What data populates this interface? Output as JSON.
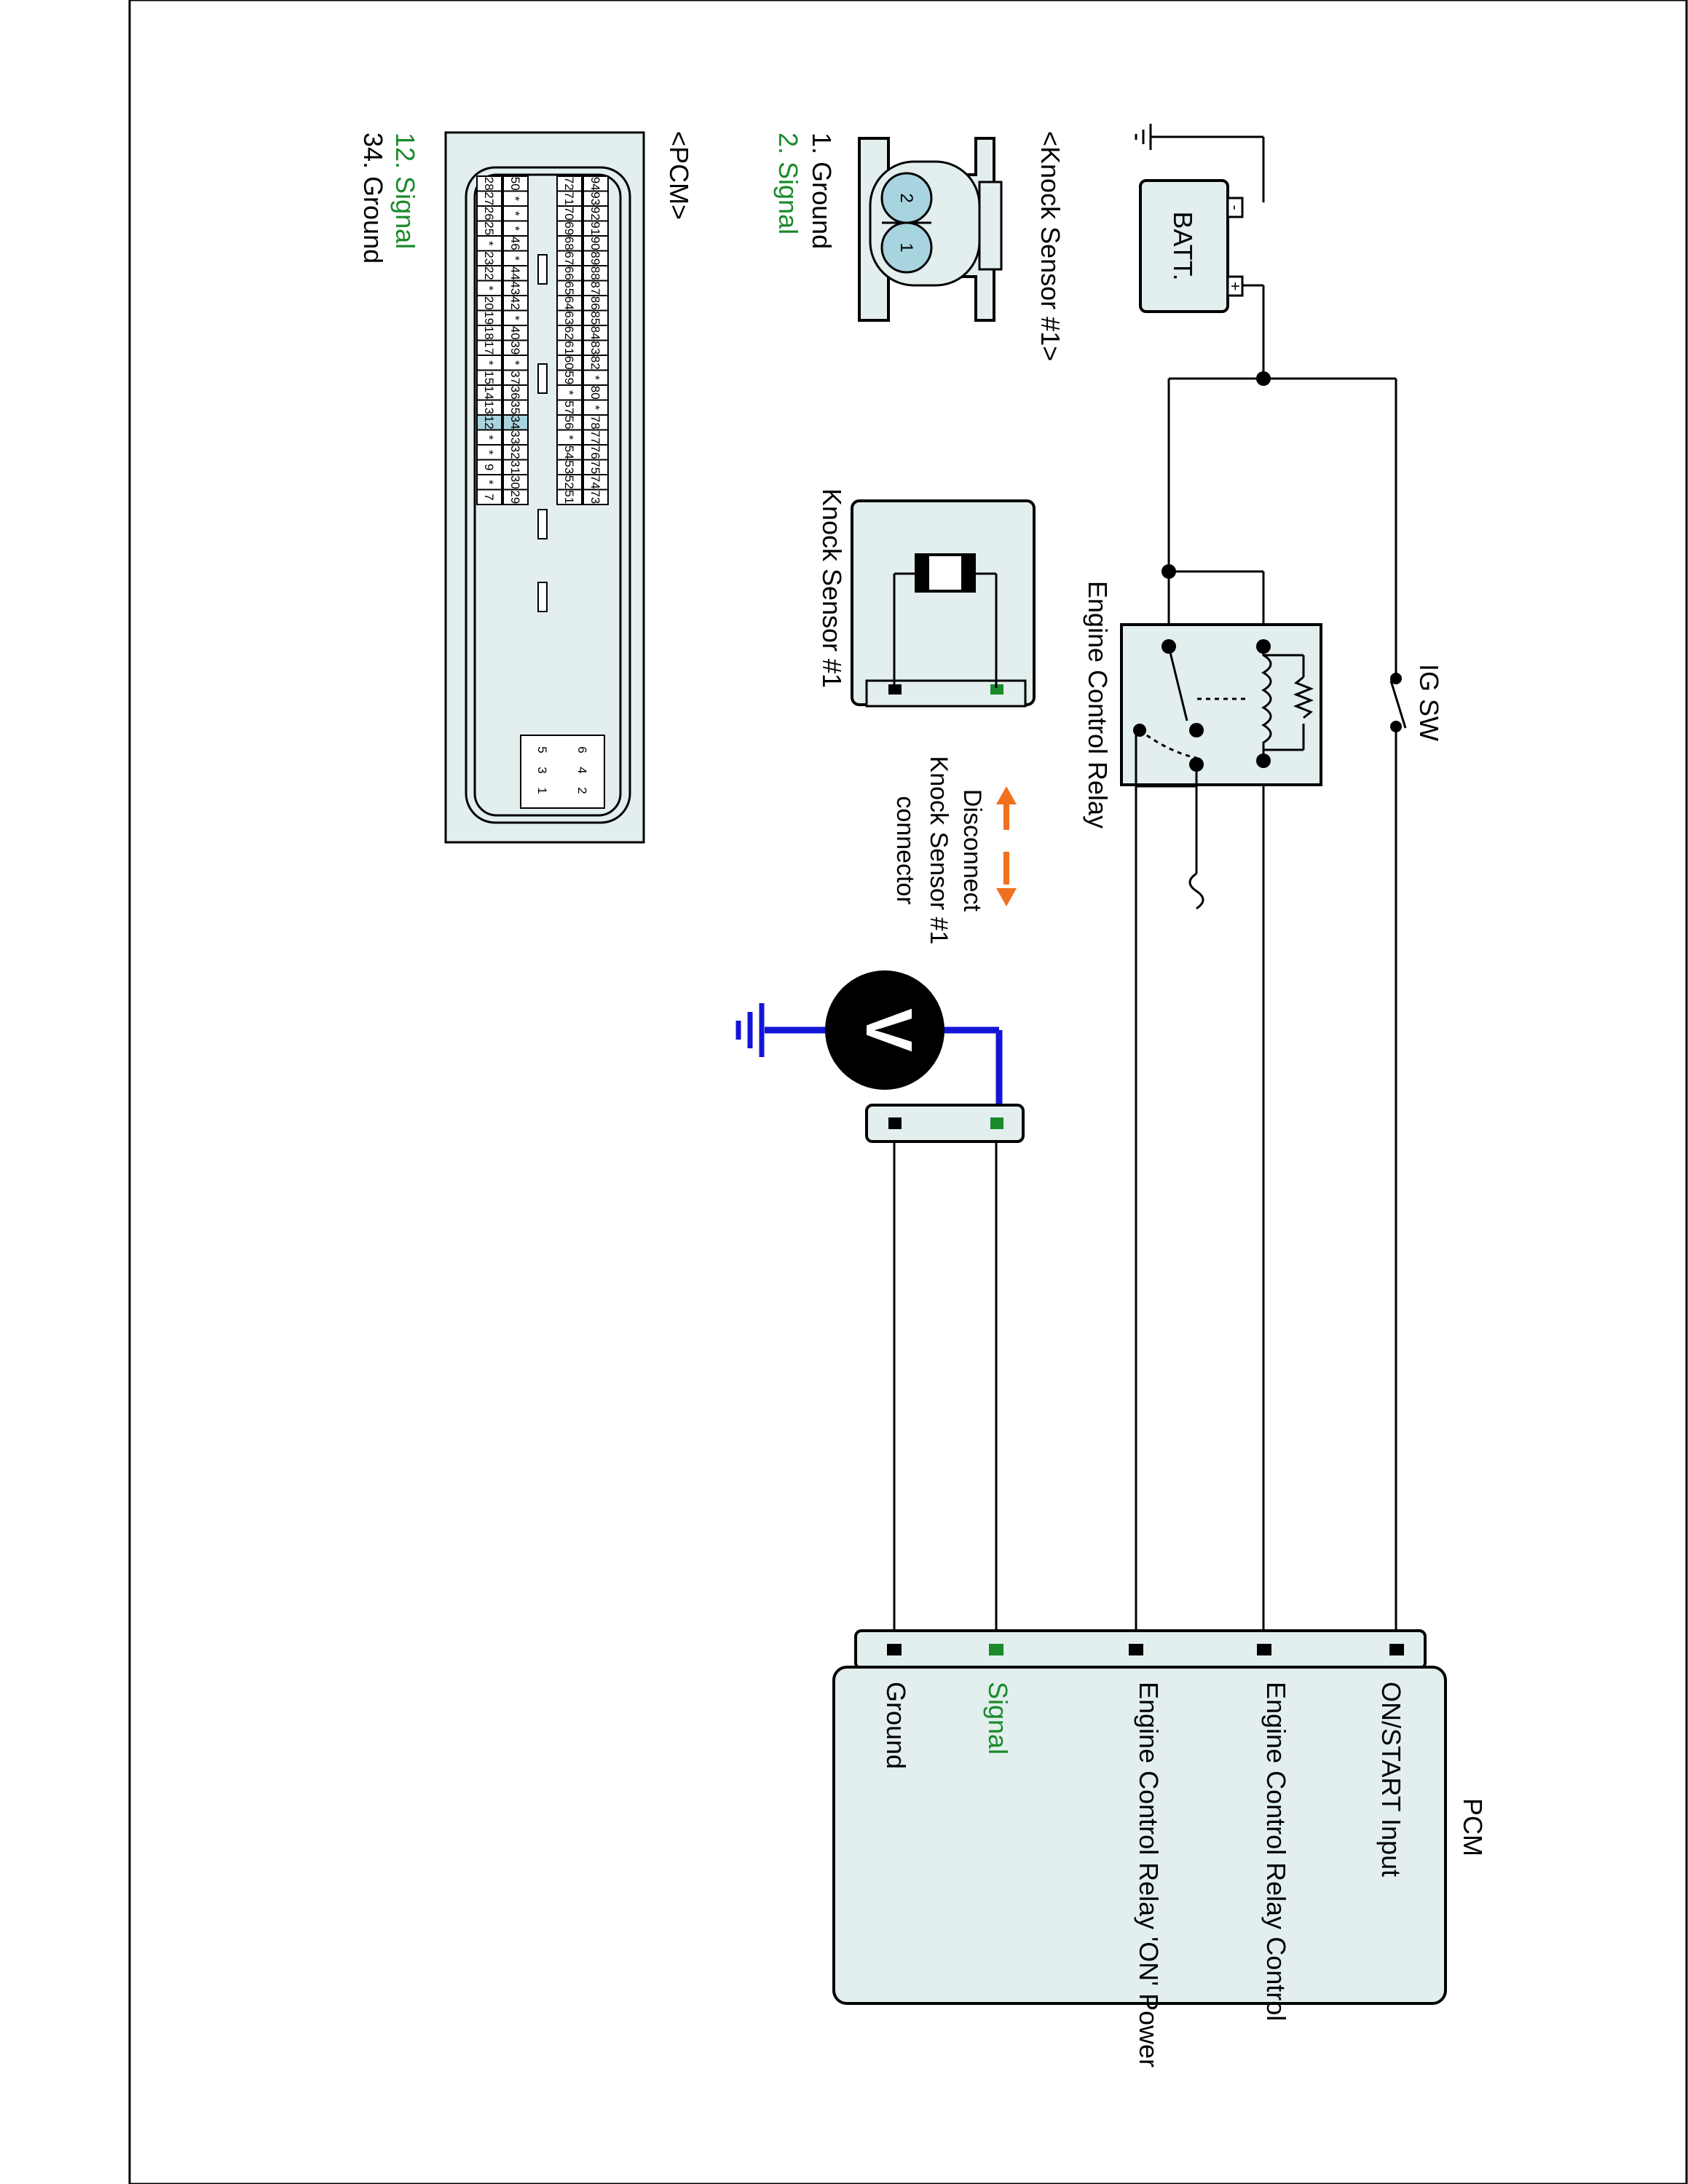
{
  "batt": {
    "label": "BATT.",
    "minus": "-",
    "plus": "+"
  },
  "ig_sw": {
    "label": "IG SW"
  },
  "relay": {
    "label": "Engine Control Relay"
  },
  "knock_sensor_component": {
    "label": "Knock Sensor #1"
  },
  "disconnect_note": {
    "line1": "Disconnect",
    "line2": "Knock Sensor #1",
    "line3": "connector"
  },
  "voltmeter": {
    "symbol": "V"
  },
  "knock_connector": {
    "title": "<Knock Sensor #1>",
    "pins": [
      {
        "label": "1. Ground",
        "color": "#000000"
      },
      {
        "label": "2. Signal",
        "color": "#1a8a2a"
      }
    ],
    "cavity_numbers": [
      "2",
      "1"
    ]
  },
  "pcm_connector": {
    "title": "<PCM>",
    "pins": [
      {
        "label": "12. Signal",
        "color": "#1a8a2a"
      },
      {
        "label": "34. Ground",
        "color": "#000000"
      }
    ],
    "rows": [
      [
        "94",
        "93",
        "92",
        "91",
        "90",
        "89",
        "88",
        "87",
        "86",
        "85",
        "84",
        "83",
        "82",
        "*",
        "80",
        "*",
        "78",
        "77",
        "76",
        "75",
        "74",
        "73"
      ],
      [
        "72",
        "71",
        "70",
        "69",
        "68",
        "67",
        "66",
        "65",
        "64",
        "63",
        "62",
        "61",
        "60",
        "59",
        "*",
        "57",
        "56",
        "*",
        "54",
        "53",
        "52",
        "51"
      ],
      [
        "50",
        "*",
        "*",
        "*",
        "46",
        "*",
        "44",
        "43",
        "42",
        "*",
        "40",
        "39",
        "*",
        "37",
        "36",
        "35",
        "34",
        "33",
        "32",
        "31",
        "30",
        "29"
      ],
      [
        "28",
        "27",
        "26",
        "25",
        "*",
        "23",
        "22",
        "*",
        "20",
        "19",
        "18",
        "17",
        "*",
        "15",
        "14",
        "13",
        "12",
        "*",
        "*",
        "9",
        "*",
        "7"
      ]
    ],
    "small_rows": [
      [
        "6",
        "4",
        "2"
      ],
      [
        "5",
        "3",
        "1"
      ]
    ],
    "highlight_pins": [
      "12",
      "34"
    ]
  },
  "pcm": {
    "title": "PCM",
    "terminals": [
      {
        "label": "ON/START Input",
        "color": "#000000"
      },
      {
        "label": "Engine Control Relay Control",
        "color": "#000000"
      },
      {
        "label": "Engine Control Relay 'ON' Power",
        "color": "#000000"
      },
      {
        "label": "Signal",
        "color": "#1a8a2a"
      },
      {
        "label": "Ground",
        "color": "#000000"
      }
    ]
  },
  "colors": {
    "signal_green": "#1a8a2a",
    "probe_blue": "#1414d8",
    "arrow_orange": "#f07020",
    "highlight": "#a8d4e0",
    "component_fill": "#e3eeee"
  }
}
